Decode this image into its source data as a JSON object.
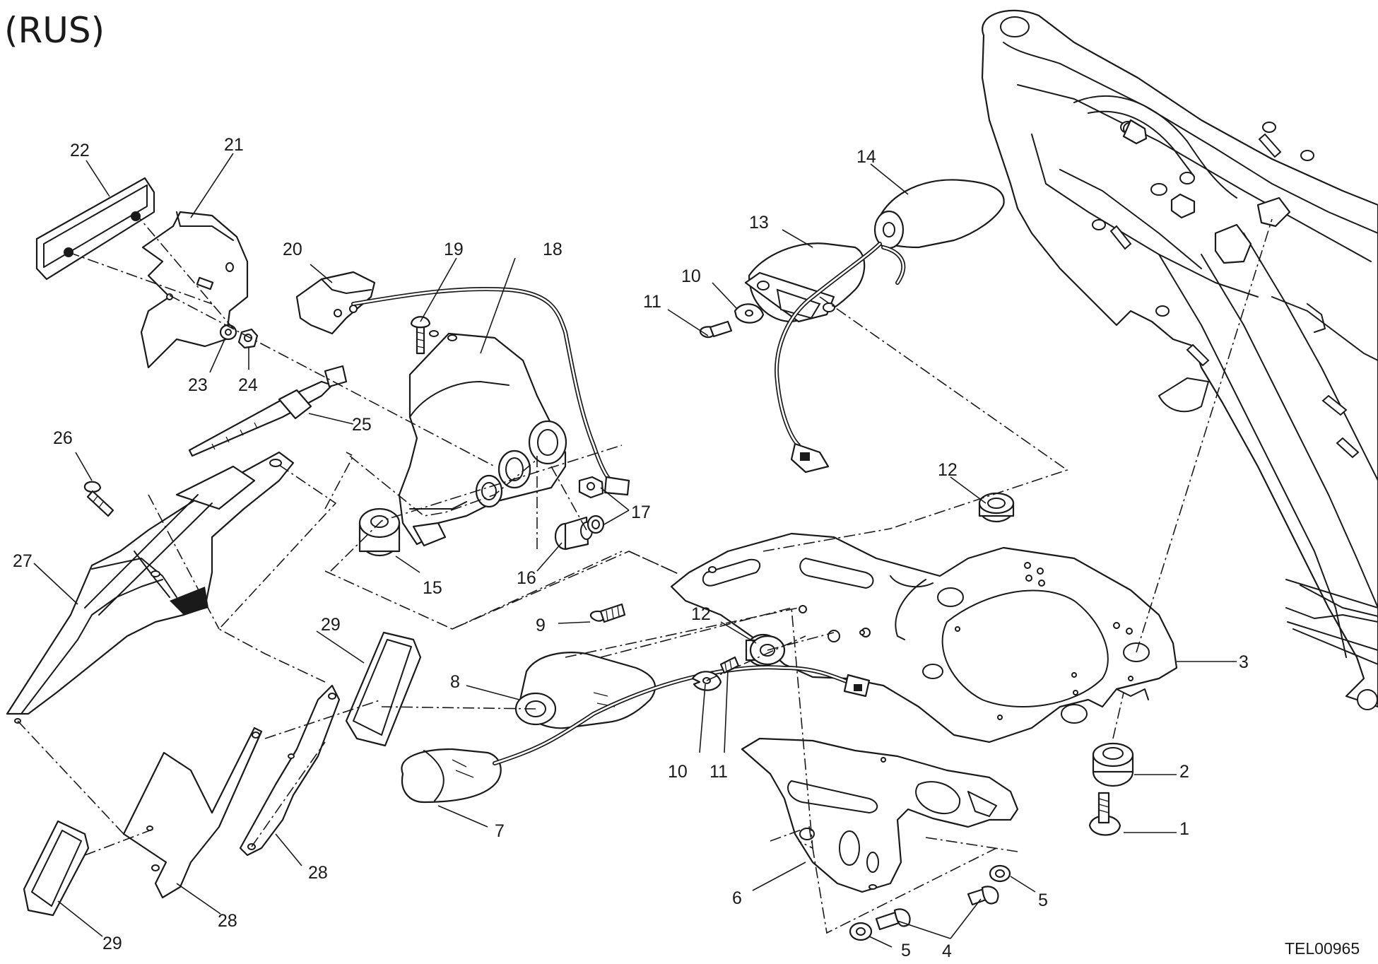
{
  "title": "(RUS)",
  "drawing_code": "TEL00965",
  "callouts": {
    "c1": "1",
    "c2": "2",
    "c3": "3",
    "c4": "4",
    "c5a": "5",
    "c5b": "5",
    "c6": "6",
    "c7": "7",
    "c8": "8",
    "c9": "9",
    "c10a": "10",
    "c10b": "10",
    "c11a": "11",
    "c11b": "11",
    "c12a": "12",
    "c12b": "12",
    "c13": "13",
    "c14": "14",
    "c15": "15",
    "c16": "16",
    "c17": "17",
    "c18": "18",
    "c19": "19",
    "c20": "20",
    "c21": "21",
    "c22": "22",
    "c23": "23",
    "c24": "24",
    "c25": "25",
    "c26": "26",
    "c27": "27",
    "c28a": "28",
    "c28b": "28",
    "c29a": "29",
    "c29b": "29"
  }
}
